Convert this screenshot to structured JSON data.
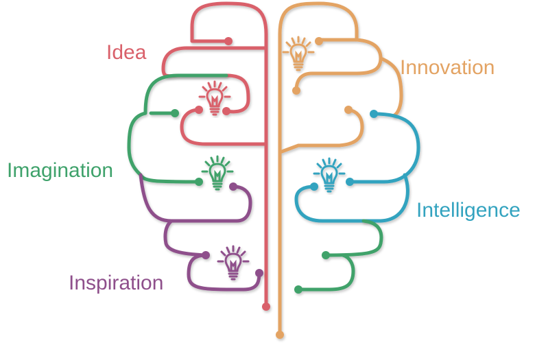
{
  "labels": {
    "idea": "Idea",
    "imagination": "Imagination",
    "inspiration": "Inspiration",
    "innovation": "Innovation",
    "intelligence": "Intelligence"
  },
  "colors": {
    "idea": "#d9606a",
    "imagination": "#3fa26b",
    "inspiration": "#8e4f8b",
    "innovation": "#e3a363",
    "intelligence": "#33a3bf",
    "lower_right": "#3fa26b"
  },
  "icons": [
    "lightbulb-icon"
  ]
}
